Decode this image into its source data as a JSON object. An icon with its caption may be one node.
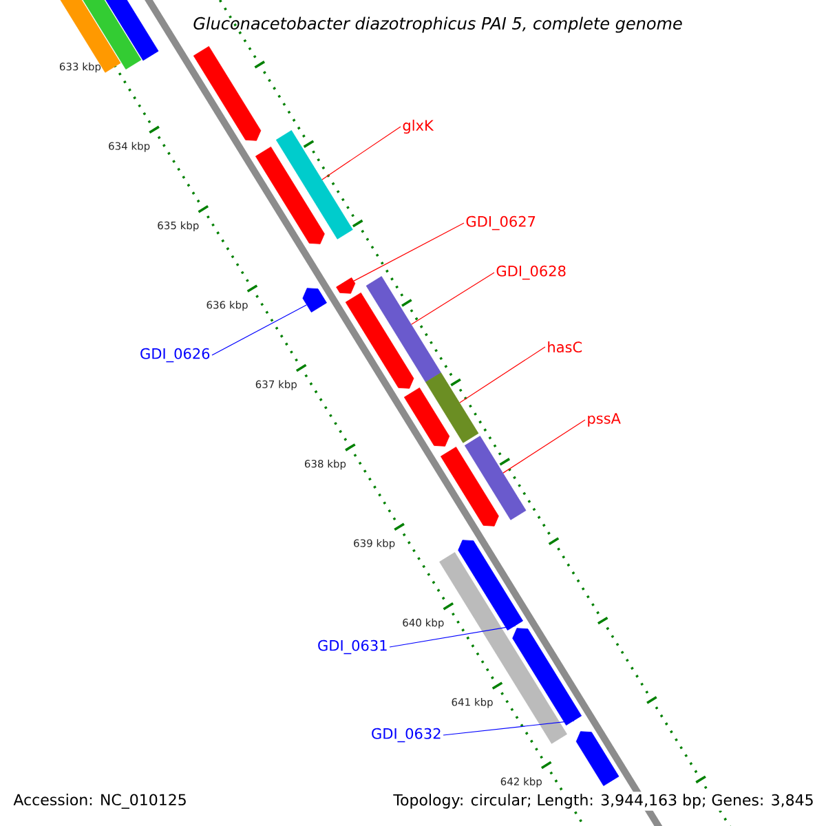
{
  "diagram": {
    "title": "Gluconacetobacter diazotrophicus PAI 5, complete genome",
    "nodes": [
      {
        "text": [
          "glxK"
        ]
      },
      {
        "text": [
          "GDI_0627"
        ]
      },
      {
        "text": [
          "GDI_0628"
        ]
      },
      {
        "text": [
          "hasC"
        ]
      },
      {
        "text": [
          "GDI_0626"
        ]
      },
      {
        "text": [
          "pssA"
        ]
      },
      {
        "text": [
          "GDI_0631"
        ]
      },
      {
        "text": [
          "GDI_0632"
        ]
      },
      {
        "text": [],
        "shape": "bar"
      },
      {
        "text": [],
        "shape": "bar"
      },
      {
        "text": [],
        "shape": "bar"
      },
      {
        "text": [],
        "shape": "arrow"
      },
      {
        "text": [],
        "shape": "arrow"
      },
      {
        "text": [],
        "shape": "bar"
      },
      {
        "text": [],
        "shape": "arrow"
      },
      {
        "text": [],
        "shape": "arrow"
      },
      {
        "text": [],
        "shape": "arrow"
      },
      {
        "text": [],
        "shape": "bar"
      },
      {
        "text": [],
        "shape": "arrow"
      },
      {
        "text": [],
        "shape": "bar"
      },
      {
        "text": [],
        "shape": "arrow"
      },
      {
        "text": [],
        "shape": "bar"
      },
      {
        "text": [],
        "shape": "arrow"
      },
      {
        "text": [],
        "shape": "bar"
      },
      {
        "text": [],
        "shape": "arrow"
      },
      {
        "text": [],
        "shape": "arrow"
      }
    ],
    "edges": [
      {
        "from": 0,
        "to": 13,
        "arrow": "none"
      },
      {
        "from": 1,
        "to": 15,
        "arrow": "none"
      },
      {
        "from": 2,
        "to": 17,
        "arrow": "none"
      },
      {
        "from": 3,
        "to": 19,
        "arrow": "none"
      },
      {
        "from": 4,
        "to": 14,
        "arrow": "none",
        "color": "#0000ff"
      },
      {
        "from": 5,
        "to": 21,
        "arrow": "none"
      },
      {
        "from": 6,
        "to": 22,
        "arrow": "none",
        "color": "#0000ff"
      },
      {
        "from": 7,
        "to": 24,
        "arrow": "none",
        "color": "#0000ff"
      }
    ],
    "labels": [
      "633 kbp",
      "634 kbp",
      "635 kbp",
      "636 kbp",
      "637 kbp",
      "638 kbp",
      "639 kbp",
      "640 kbp",
      "641 kbp",
      "642 kbp",
      "Accession: NC_010125",
      "Topology: circular; Length: 3,944,163 bp; Genes: 3,845"
    ]
  }
}
